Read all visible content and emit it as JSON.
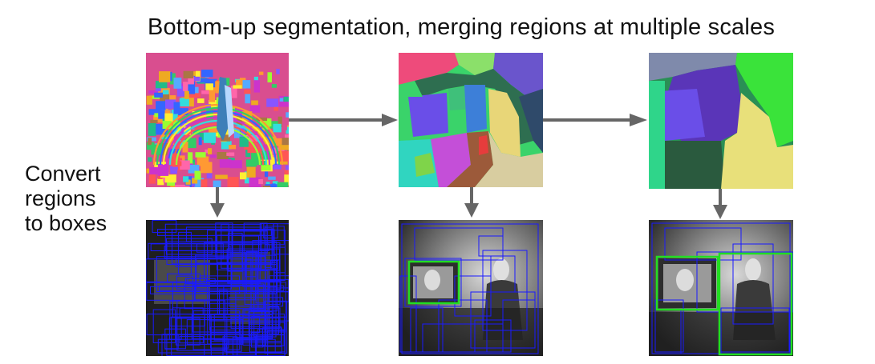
{
  "title": "Bottom-up segmentation, merging regions at multiple scales",
  "side_label": {
    "lines": [
      "Convert",
      "regions",
      "to boxes"
    ]
  },
  "colors": {
    "arrow": "#666666",
    "box_blue": "#1a1aff",
    "box_green": "#22dd22"
  },
  "panels": [
    {
      "name": "fine-segmentation",
      "kind": "segmentation",
      "scale": "fine"
    },
    {
      "name": "medium-segmentation",
      "kind": "segmentation",
      "scale": "medium"
    },
    {
      "name": "coarse-segmentation",
      "kind": "segmentation",
      "scale": "coarse"
    },
    {
      "name": "fine-boxes",
      "kind": "boxes",
      "scale": "fine"
    },
    {
      "name": "medium-boxes",
      "kind": "boxes",
      "scale": "medium"
    },
    {
      "name": "coarse-boxes",
      "kind": "boxes",
      "scale": "coarse"
    }
  ]
}
